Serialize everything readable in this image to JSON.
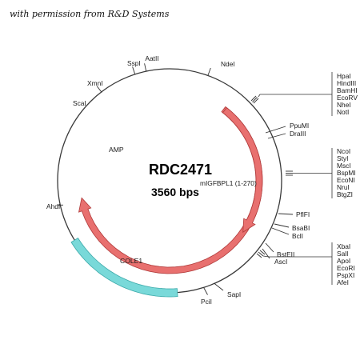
{
  "credit": "with permission from R&D Systems",
  "plasmid": {
    "name": "RDC2471",
    "size_label": "3560 bps",
    "insert_label": "mIGFBPL1 (1-270)"
  },
  "colors": {
    "arrow_fill": "#e8706f",
    "arrow_stroke": "#b03a3a",
    "cole1_fill": "#79d9d9",
    "cole1_stroke": "#3aa9a9",
    "backbone": "#3a3a3a"
  },
  "features": [
    {
      "name": "AMP",
      "kind": "arrow"
    },
    {
      "name": "COLE1",
      "kind": "origin"
    },
    {
      "name": "",
      "kind": "arrow"
    }
  ],
  "sites": [
    {
      "name": "AatII"
    },
    {
      "name": "NdeI"
    },
    {
      "name": "SspI"
    },
    {
      "name": "XmnI"
    },
    {
      "name": "ScaI"
    },
    {
      "name": "AhdI"
    },
    {
      "name": "PciI"
    },
    {
      "name": "SapI"
    },
    {
      "name": "PpuMI"
    },
    {
      "name": "DraIII"
    },
    {
      "name": "PflFI"
    },
    {
      "name": "BsaBI"
    },
    {
      "name": "BclI"
    },
    {
      "name": "BstEII"
    },
    {
      "name": "AscI"
    }
  ],
  "clusters": [
    {
      "names": [
        "HpaI",
        "HindIII",
        "BamHI",
        "EcoRV",
        "NheI",
        "NotI"
      ]
    },
    {
      "names": [
        "NcoI",
        "StyI",
        "MscI",
        "BspMI",
        "EcoNI",
        "NruI",
        "BtgZI"
      ]
    },
    {
      "names": [
        "XbaI",
        "SalI",
        "ApoI",
        "EcoRI",
        "PspXI",
        "AfeI"
      ]
    }
  ]
}
